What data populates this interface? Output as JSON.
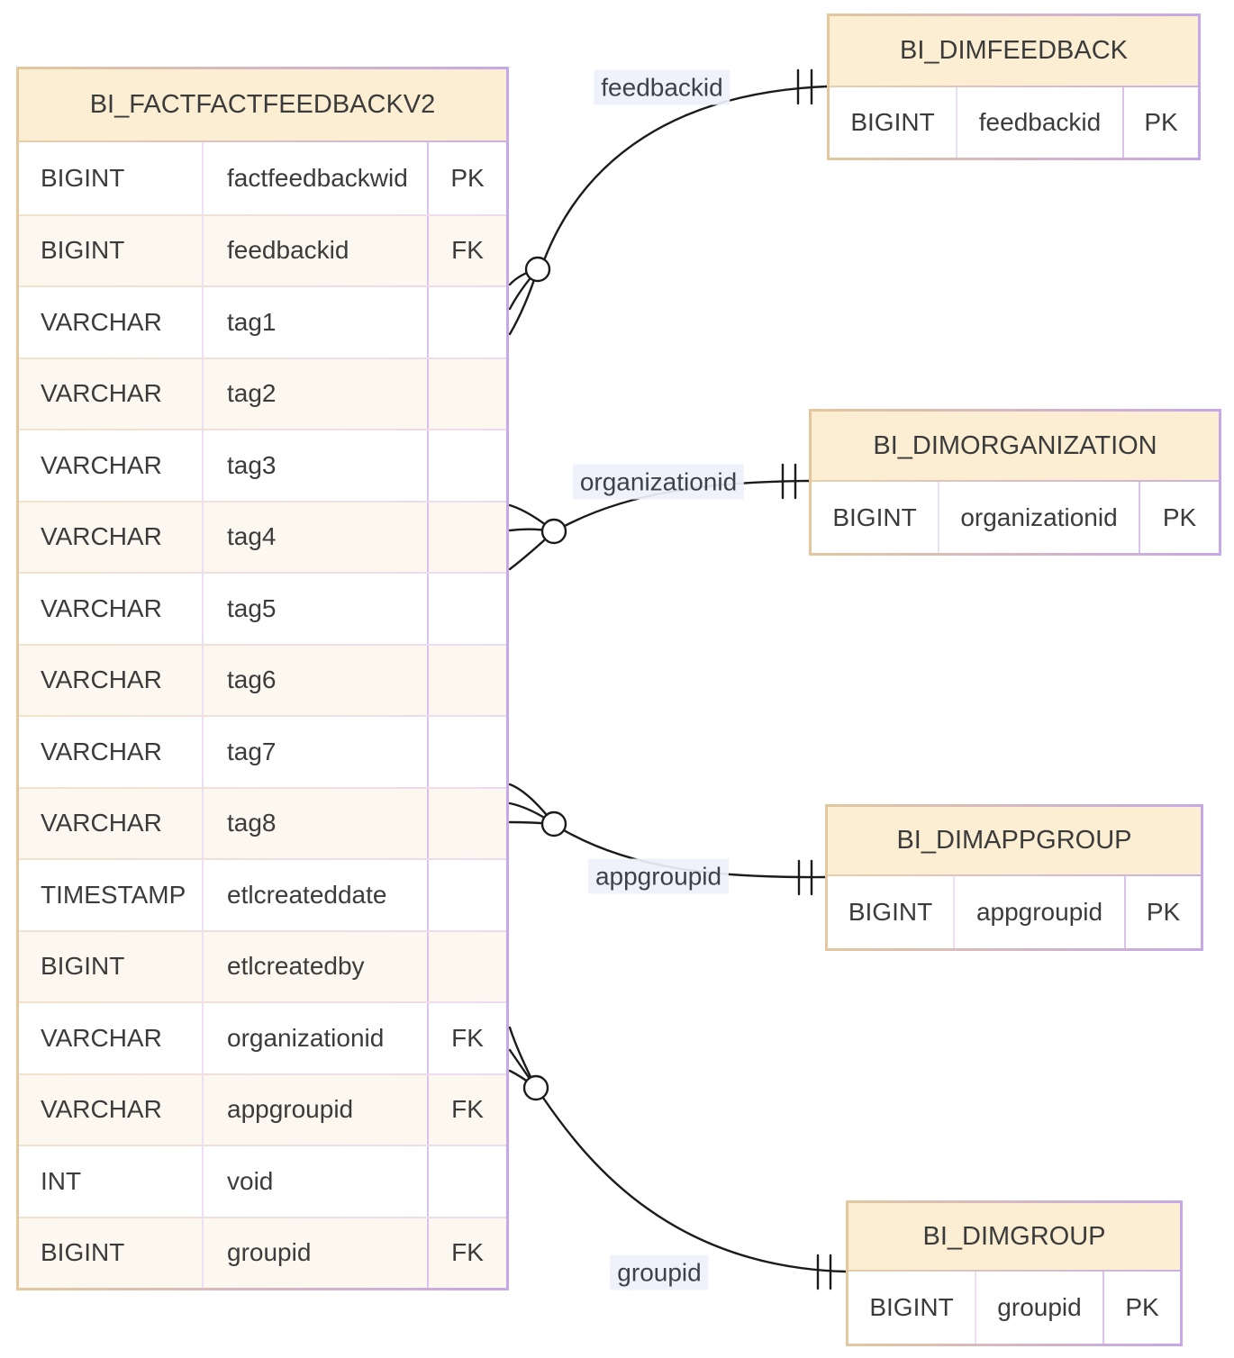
{
  "diagram": {
    "type": "entity-relationship",
    "tables": [
      {
        "title": "BI_FACTFACTFEEDBACKV2",
        "columns": [
          {
            "type": "BIGINT",
            "name": "factfeedbackwid",
            "key": "PK"
          },
          {
            "type": "BIGINT",
            "name": "feedbackid",
            "key": "FK"
          },
          {
            "type": "VARCHAR",
            "name": "tag1",
            "key": ""
          },
          {
            "type": "VARCHAR",
            "name": "tag2",
            "key": ""
          },
          {
            "type": "VARCHAR",
            "name": "tag3",
            "key": ""
          },
          {
            "type": "VARCHAR",
            "name": "tag4",
            "key": ""
          },
          {
            "type": "VARCHAR",
            "name": "tag5",
            "key": ""
          },
          {
            "type": "VARCHAR",
            "name": "tag6",
            "key": ""
          },
          {
            "type": "VARCHAR",
            "name": "tag7",
            "key": ""
          },
          {
            "type": "VARCHAR",
            "name": "tag8",
            "key": ""
          },
          {
            "type": "TIMESTAMP",
            "name": "etlcreateddate",
            "key": ""
          },
          {
            "type": "BIGINT",
            "name": "etlcreatedby",
            "key": ""
          },
          {
            "type": "VARCHAR",
            "name": "organizationid",
            "key": "FK"
          },
          {
            "type": "VARCHAR",
            "name": "appgroupid",
            "key": "FK"
          },
          {
            "type": "INT",
            "name": "void",
            "key": ""
          },
          {
            "type": "BIGINT",
            "name": "groupid",
            "key": "FK"
          }
        ]
      },
      {
        "title": "BI_DIMFEEDBACK",
        "columns": [
          {
            "type": "BIGINT",
            "name": "feedbackid",
            "key": "PK"
          }
        ]
      },
      {
        "title": "BI_DIMORGANIZATION",
        "columns": [
          {
            "type": "BIGINT",
            "name": "organizationid",
            "key": "PK"
          }
        ]
      },
      {
        "title": "BI_DIMAPPGROUP",
        "columns": [
          {
            "type": "BIGINT",
            "name": "appgroupid",
            "key": "PK"
          }
        ]
      },
      {
        "title": "BI_DIMGROUP",
        "columns": [
          {
            "type": "BIGINT",
            "name": "groupid",
            "key": "PK"
          }
        ]
      }
    ],
    "relationships": [
      {
        "label": "feedbackid",
        "from": "BI_FACTFACTFEEDBACKV2",
        "to": "BI_DIMFEEDBACK",
        "from_cardinality": "zero-or-many",
        "to_cardinality": "one-and-only-one"
      },
      {
        "label": "organizationid",
        "from": "BI_FACTFACTFEEDBACKV2",
        "to": "BI_DIMORGANIZATION",
        "from_cardinality": "zero-or-many",
        "to_cardinality": "one-and-only-one"
      },
      {
        "label": "appgroupid",
        "from": "BI_FACTFACTFEEDBACKV2",
        "to": "BI_DIMAPPGROUP",
        "from_cardinality": "zero-or-many",
        "to_cardinality": "one-and-only-one"
      },
      {
        "label": "groupid",
        "from": "BI_FACTFACTFEEDBACKV2",
        "to": "BI_DIMGROUP",
        "from_cardinality": "zero-or-many",
        "to_cardinality": "one-and-only-one"
      }
    ],
    "colors": {
      "header_fill": "#fbeed3",
      "row_stripe_fill": "#fdf8ef",
      "border_gradient_left": "#e3c79e",
      "border_gradient_right": "#c6a8e7",
      "line_color": "#1b1b1b",
      "label_background": "#eef1fa",
      "text_color": "#3b3b3b",
      "background": "#ffffff"
    }
  }
}
